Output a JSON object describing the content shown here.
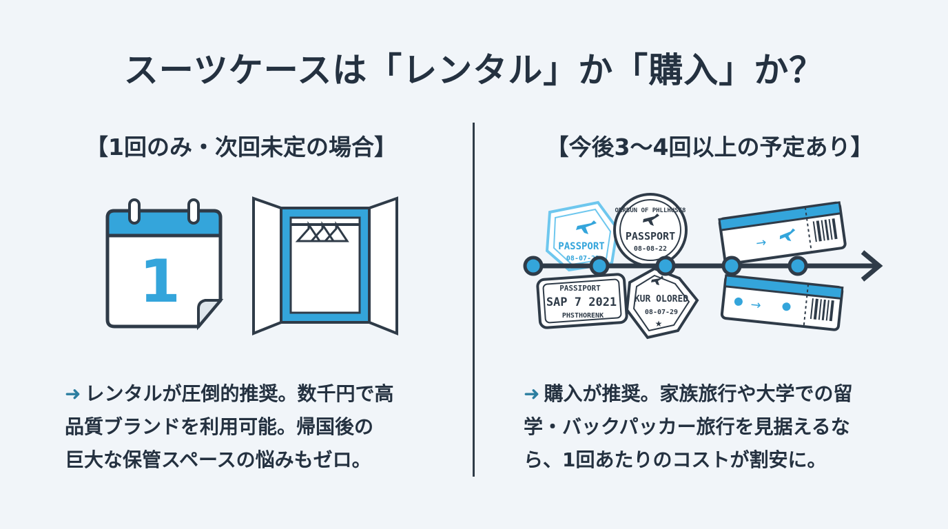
{
  "title": "スーツケースは「レンタル」か「購入」か？",
  "left": {
    "heading": "【1回のみ・次回未定の場合】",
    "calendar_day": "1",
    "desc_lines": [
      "レンタルが圧倒的推奨。数千円で高",
      "品質ブランドを利用可能。帰国後の",
      "巨大な保管スペースの悩みもゼロ。"
    ]
  },
  "right": {
    "heading": "【今後3〜4回以上の予定あり】",
    "desc_lines": [
      "購入が推奨。家族旅行や大学での留",
      "学・バックパッカー旅行を見据えるな",
      "ら、1回あたりのコストが割安に。"
    ],
    "stamps": {
      "s1": {
        "main": "PASSPORT",
        "date": "08-07-22"
      },
      "s2": {
        "top": "ORRBUN OF PHLLHUSE8",
        "main": "PASSPORT",
        "date": "08-08-22"
      },
      "s3": {
        "top": "PASSIPORT",
        "main": "SAP 7 2021",
        "sub": "PHSTHORENK"
      },
      "s4": {
        "main": "KUR OLORED",
        "date": "08-07-29"
      }
    }
  },
  "colors": {
    "accent": "#34a5db",
    "dark": "#2f3b48",
    "accent_light": "#6ec7ee"
  }
}
